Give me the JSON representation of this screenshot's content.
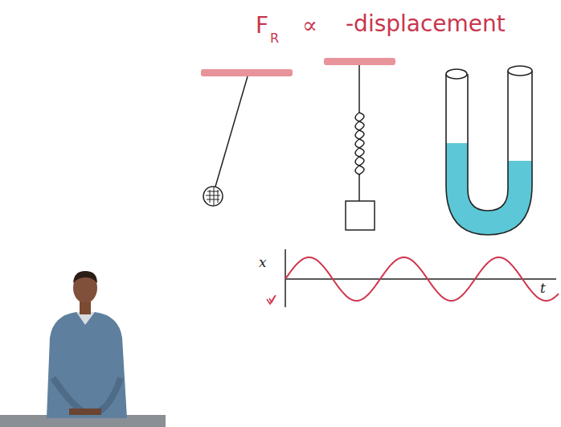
{
  "diagram": {
    "labels": [
      "F",
      "R",
      "∝",
      "-displacement",
      "x",
      "t"
    ]
  }
}
